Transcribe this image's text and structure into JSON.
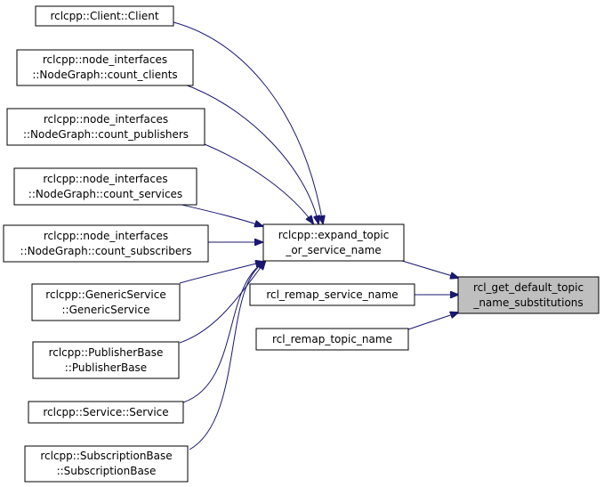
{
  "nodes": {
    "client": {
      "lines": [
        "rclcpp::Client::Client"
      ]
    },
    "count_clients": {
      "lines": [
        "rclcpp::node_interfaces",
        "::NodeGraph::count_clients"
      ]
    },
    "count_publishers": {
      "lines": [
        "rclcpp::node_interfaces",
        "::NodeGraph::count_publishers"
      ]
    },
    "count_services": {
      "lines": [
        "rclcpp::node_interfaces",
        "::NodeGraph::count_services"
      ]
    },
    "count_subscribers": {
      "lines": [
        "rclcpp::node_interfaces",
        "::NodeGraph::count_subscribers"
      ]
    },
    "generic_service": {
      "lines": [
        "rclcpp::GenericService",
        "::GenericService"
      ]
    },
    "publisher_base": {
      "lines": [
        "rclcpp::PublisherBase",
        "::PublisherBase"
      ]
    },
    "service": {
      "lines": [
        "rclcpp::Service::Service"
      ]
    },
    "subscription_base": {
      "lines": [
        "rclcpp::SubscriptionBase",
        "::SubscriptionBase"
      ]
    },
    "expand_topic": {
      "lines": [
        "rclcpp::expand_topic",
        "_or_service_name"
      ]
    },
    "remap_service": {
      "lines": [
        "rcl_remap_service_name"
      ]
    },
    "remap_topic": {
      "lines": [
        "rcl_remap_topic_name"
      ]
    },
    "get_default": {
      "lines": [
        "rcl_get_default_topic",
        "_name_substitutions"
      ]
    }
  },
  "colors": {
    "edge": "#191970",
    "highlight_fill": "#bfbfbf",
    "node_fill": "#ffffff",
    "node_border": "#000000"
  }
}
